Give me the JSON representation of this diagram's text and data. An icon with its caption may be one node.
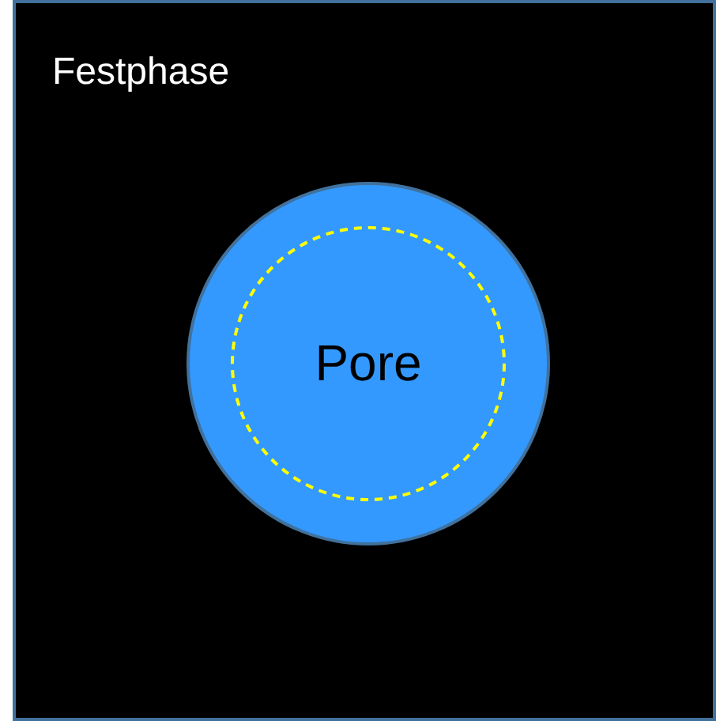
{
  "diagram": {
    "nodes": [
      {
        "text": [
          "Festphase"
        ]
      },
      {
        "text": [
          "Pore"
        ],
        "in": 0
      }
    ],
    "edges": []
  }
}
